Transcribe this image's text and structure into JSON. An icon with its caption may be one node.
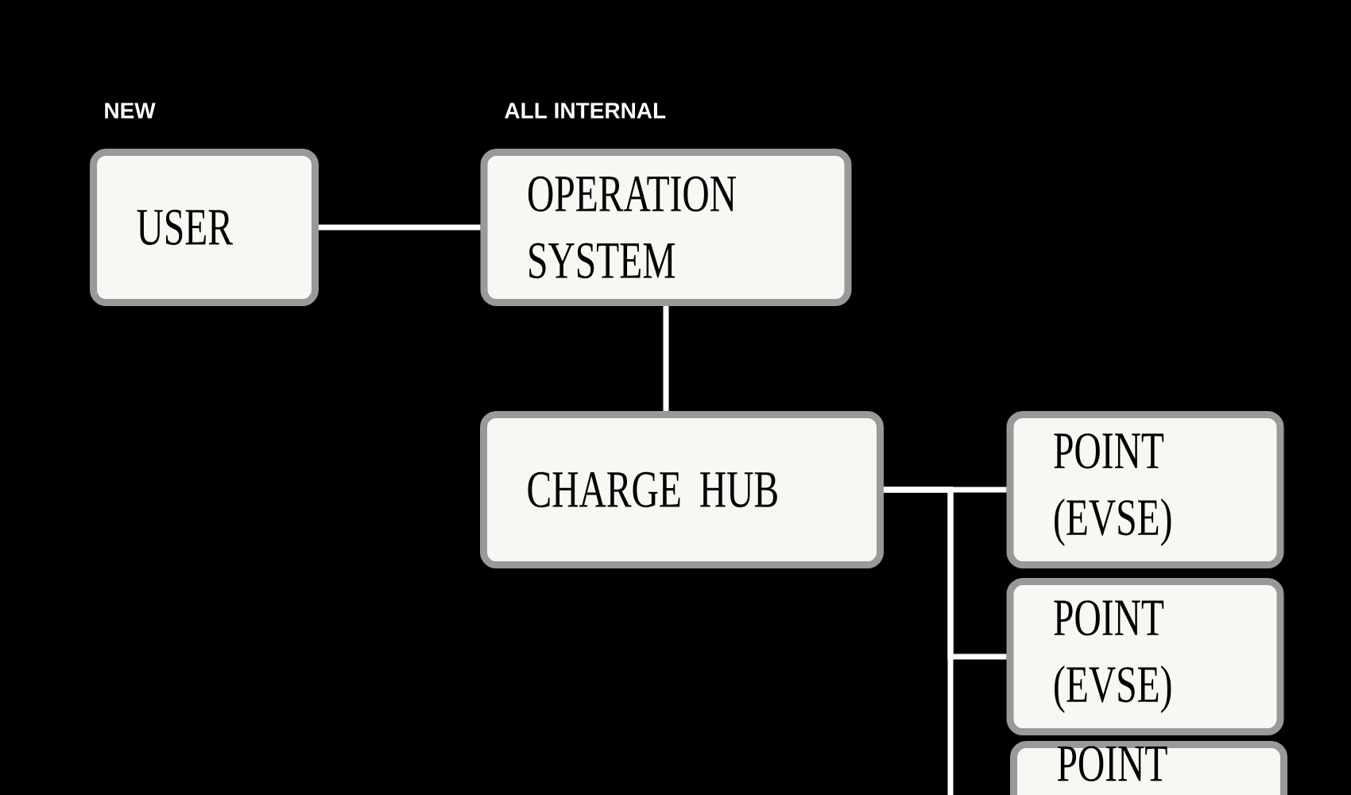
{
  "diagram": {
    "nodes": [
      {
        "text": [
          "USER"
        ]
      },
      {
        "text": [
          "OPERATION SYSTEM"
        ]
      },
      {
        "text": [
          "CHARGE HUB"
        ]
      },
      {
        "text": [
          "POINT (EVSE)"
        ]
      },
      {
        "text": [
          "POINT (EVSE)"
        ]
      },
      {
        "text": [
          "POINT"
        ]
      }
    ],
    "edges": [
      {
        "from": 0,
        "to": 1,
        "arrow": "none"
      },
      {
        "from": 1,
        "to": 2,
        "arrow": "none"
      },
      {
        "from": 2,
        "to": 3,
        "arrow": "none"
      },
      {
        "from": 2,
        "to": 4,
        "arrow": "none"
      },
      {
        "from": 2,
        "to": 5,
        "arrow": "none"
      }
    ],
    "labels": [
      "NEW",
      "ALL INTERNAL"
    ]
  }
}
